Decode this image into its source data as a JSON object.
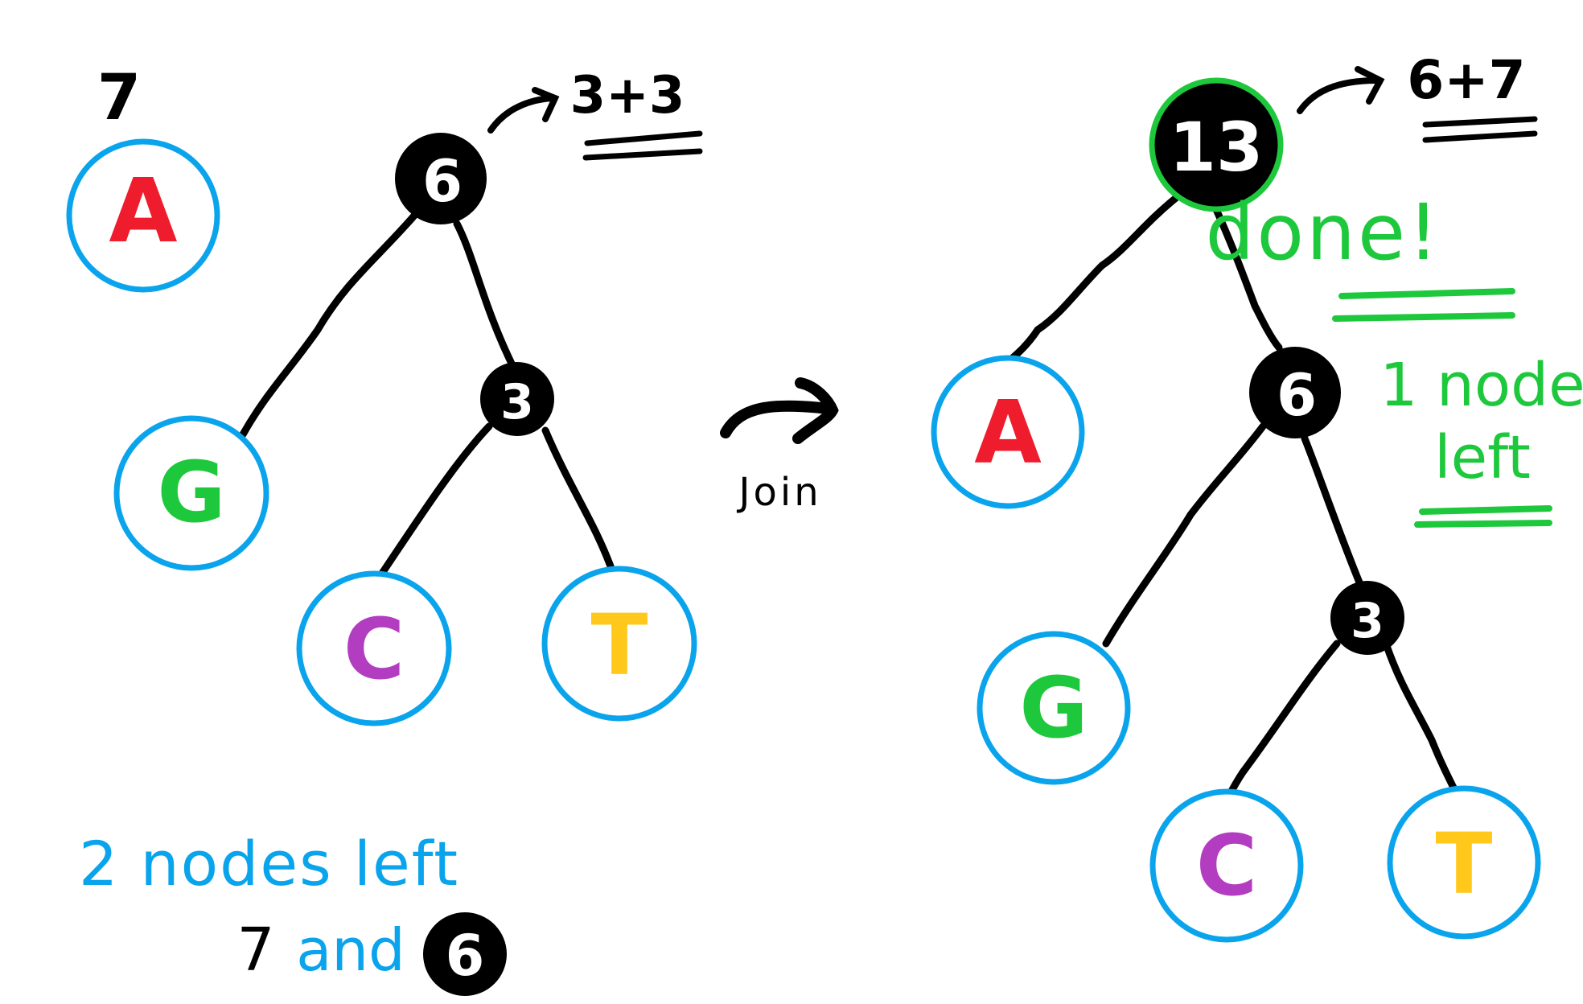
{
  "left_tree": {
    "lone_node": {
      "weight": "7",
      "letter": "A"
    },
    "root": {
      "weight": "6",
      "sum": "3+3"
    },
    "inner": {
      "weight": "3"
    },
    "leaves": [
      {
        "letter": "G"
      },
      {
        "letter": "C"
      },
      {
        "letter": "T"
      }
    ]
  },
  "join_label": "Join",
  "bottom_note": {
    "line1": "2 nodes left",
    "line2_a": "7",
    "line2_b": "and",
    "line2_node": "6"
  },
  "right_tree": {
    "root": {
      "weight": "13",
      "sum": "6+7"
    },
    "inner6": {
      "weight": "6"
    },
    "inner3": {
      "weight": "3"
    },
    "leaves": [
      {
        "letter": "A"
      },
      {
        "letter": "G"
      },
      {
        "letter": "C"
      },
      {
        "letter": "T"
      }
    ]
  },
  "side_notes": {
    "done": "done!",
    "remaining_line1": "1 node",
    "remaining_line2": "left"
  },
  "colors": {
    "ring": "#0aa4ec",
    "A": "#ee1c2c",
    "G": "#1ec83c",
    "C": "#b33dc1",
    "T": "#ffc81a",
    "internal_node": "#000000",
    "root_ring": "#1ec83c",
    "note_blue": "#0aa4ec",
    "note_green": "#1ec83c"
  }
}
